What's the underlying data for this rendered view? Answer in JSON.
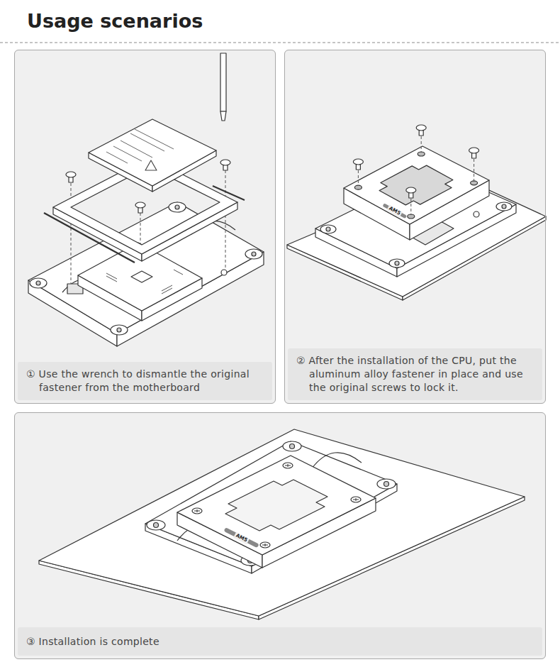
{
  "diagram": {
    "title": "Usage scenarios",
    "nodes": [
      {
        "text": [
          "① Use the wrench to dismantle the original fastener from the motherboard"
        ]
      },
      {
        "text": [
          "② After the installation of the CPU, put the aluminum alloy fastener in place and use the original screws to lock it."
        ]
      },
      {
        "text": [
          "③ Installation is complete"
        ]
      }
    ],
    "labels": [
      "AM5",
      "AM5"
    ]
  }
}
